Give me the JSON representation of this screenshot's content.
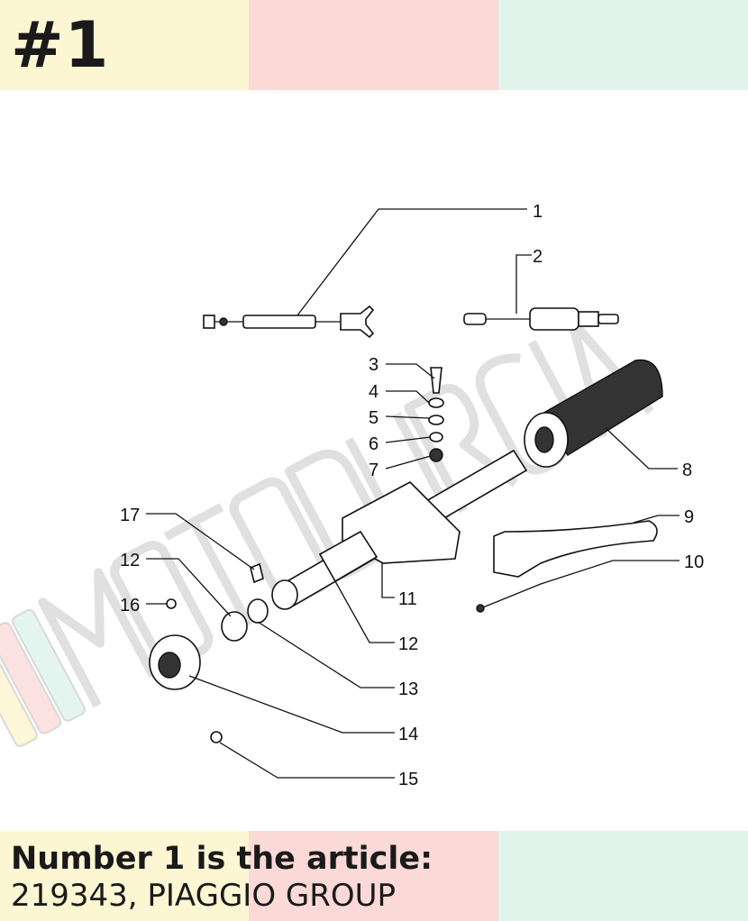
{
  "badge": "#1",
  "caption": {
    "line1": "Number 1 is the article:",
    "line2": "219343, PIAGGIO GROUP"
  },
  "watermark": "MOTODURCIA",
  "colors": {
    "yellow": "#fdf6d3",
    "pink": "#fbd9d7",
    "mint": "#e2f3ec",
    "text": "#1a1a1a"
  },
  "callouts": [
    "1",
    "2",
    "3",
    "4",
    "5",
    "6",
    "7",
    "8",
    "9",
    "10",
    "11",
    "12",
    "12",
    "13",
    "14",
    "15",
    "16",
    "17"
  ]
}
